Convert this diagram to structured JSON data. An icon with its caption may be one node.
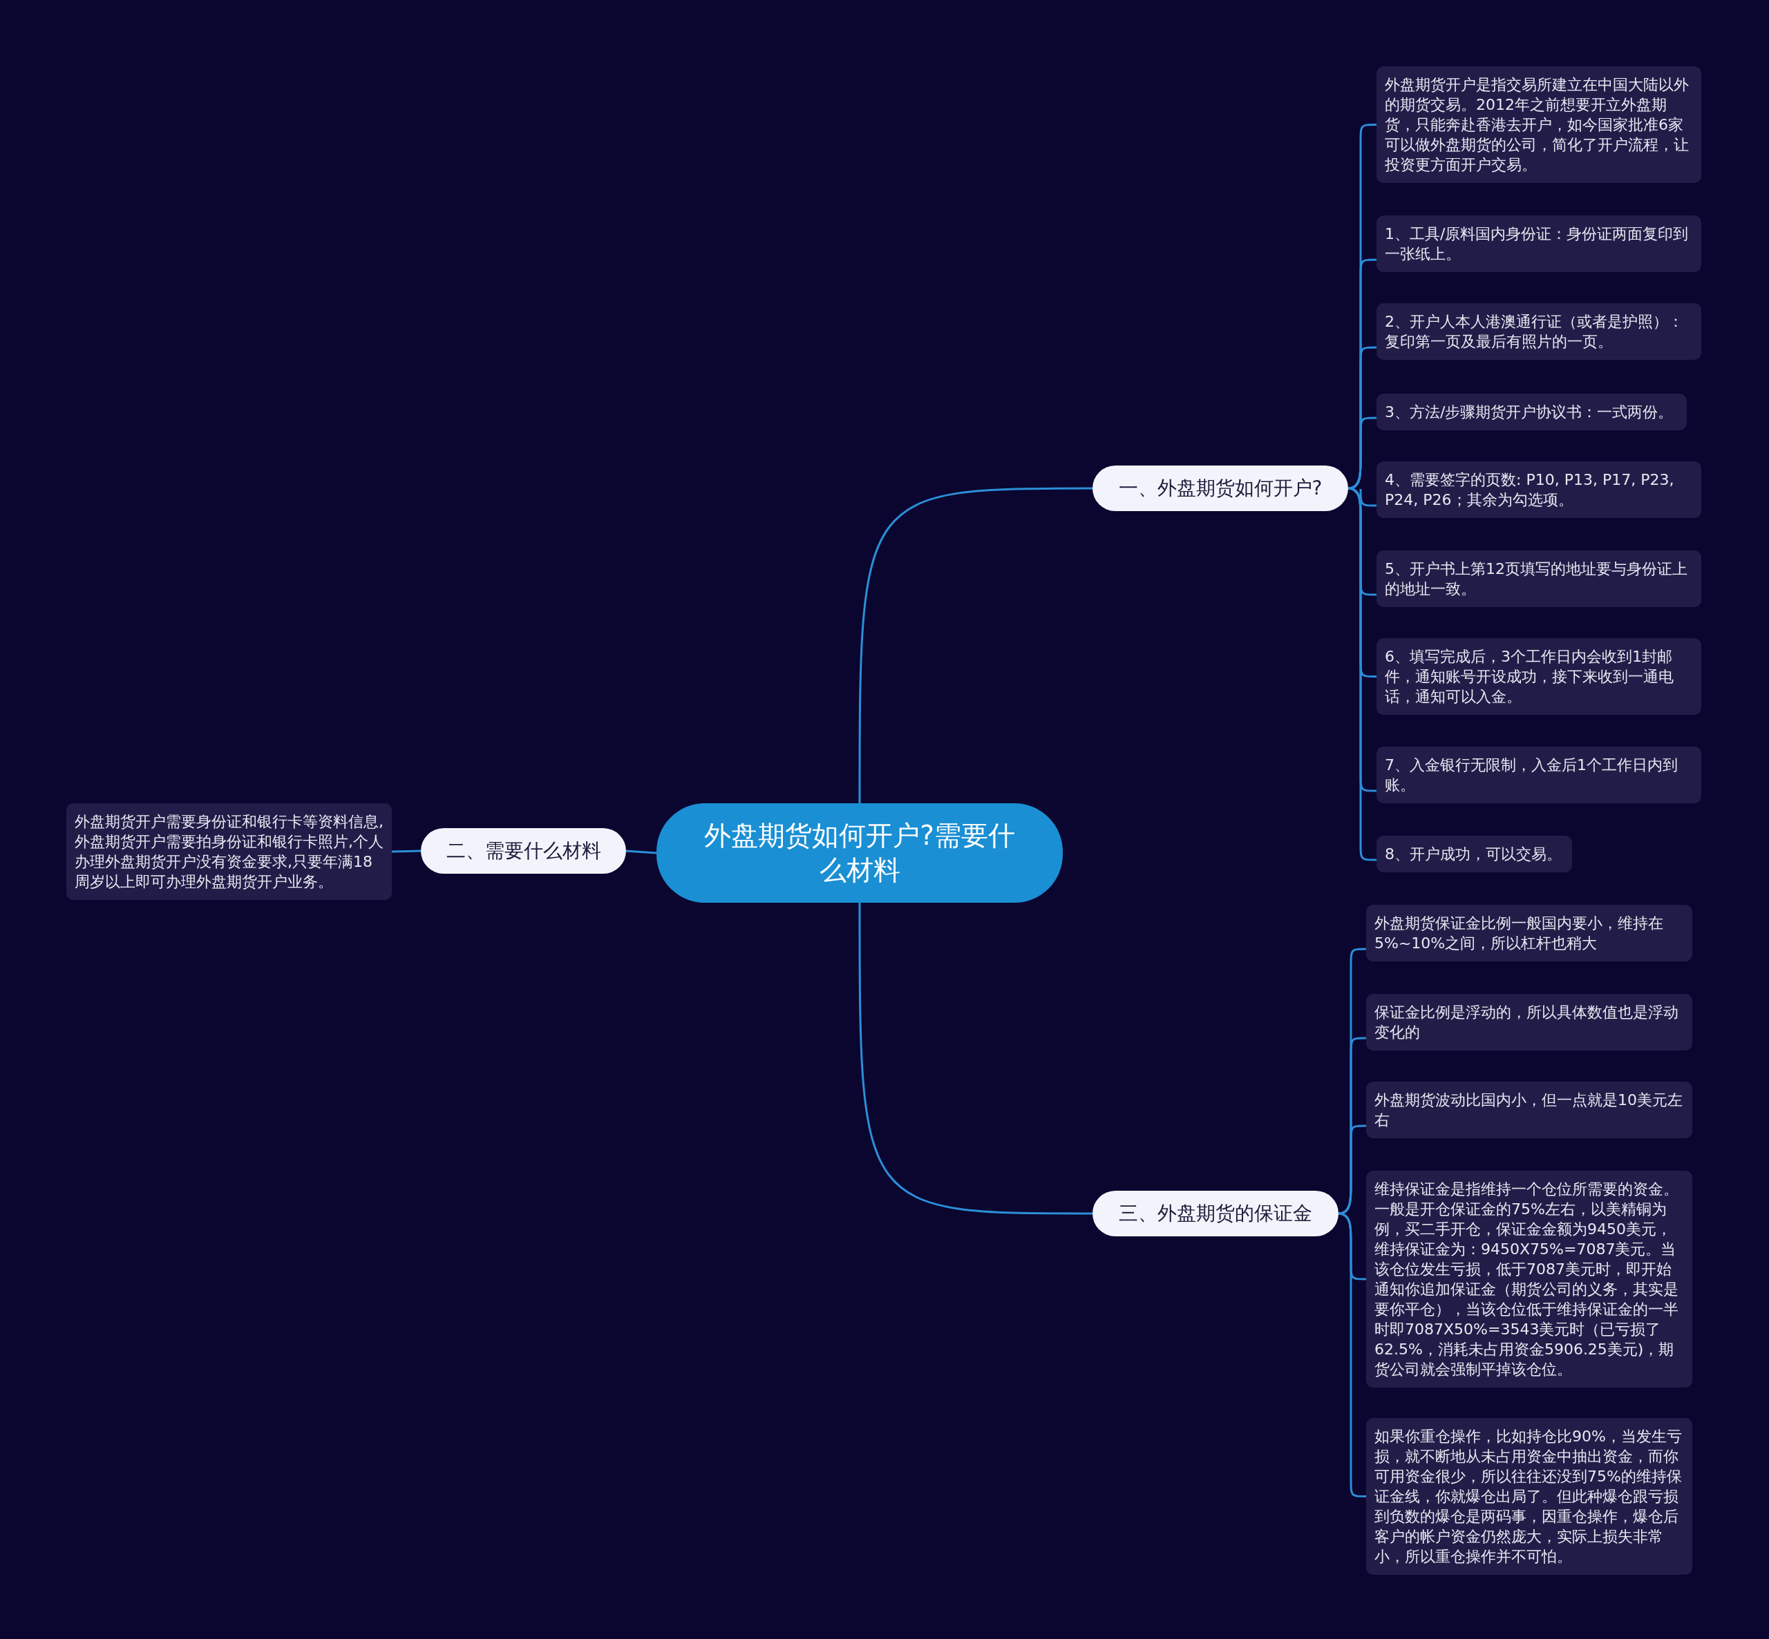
{
  "diagram": {
    "nodes": [
      {
        "text": [
          "外盘期货如何开户?需要什么材料"
        ]
      },
      {
        "text": [
          "一、外盘期货如何开户?"
        ]
      },
      {
        "text": [
          "外盘期货开户是指交易所建立在中国大陆以外的期货交易。2012年之前想要开立外盘期货，只能奔赴香港去开户，如今国家批准6家可以做外盘期货的公司，简化了开户流程，让投资更方面开户交易。"
        ]
      },
      {
        "text": [
          "1、工具/原料国内身份证：身份证两面复印到一张纸上。"
        ]
      },
      {
        "text": [
          "2、开户人本人港澳通行证（或者是护照）：复印第一页及最后有照片的一页。"
        ]
      },
      {
        "text": [
          "3、方法/步骤期货开户协议书：一式两份。"
        ]
      },
      {
        "text": [
          "4、需要签字的页数: P10, P13, P17, P23, P24, P26；其余为勾选项。"
        ]
      },
      {
        "text": [
          "5、开户书上第12页填写的地址要与身份证上的地址一致。"
        ]
      },
      {
        "text": [
          "6、填写完成后，3个工作日内会收到1封邮件，通知账号开设成功，接下来收到一通电话，通知可以入金。"
        ]
      },
      {
        "text": [
          "7、入金银行无限制，入金后1个工作日内到账。"
        ]
      },
      {
        "text": [
          "8、开户成功，可以交易。"
        ]
      },
      {
        "text": [
          "二、需要什么材料"
        ]
      },
      {
        "text": [
          "外盘期货开户需要身份证和银行卡等资料信息,外盘期货开户需要拍身份证和银行卡照片,个人办理外盘期货开户没有资金要求,只要年满18周岁以上即可办理外盘期货开户业务。"
        ]
      },
      {
        "text": [
          "三、外盘期货的保证金"
        ]
      },
      {
        "text": [
          "外盘期货保证金比例一般国内要小，维持在5%~10%之间，所以杠杆也稍大"
        ]
      },
      {
        "text": [
          "保证金比例是浮动的，所以具体数值也是浮动变化的"
        ]
      },
      {
        "text": [
          "外盘期货波动比国内小，但一点就是10美元左右"
        ]
      },
      {
        "text": [
          "维持保证金是指维持一个仓位所需要的资金。一般是开仓保证金的75%左右，以美精铜为例，买二手开仓，保证金金额为9450美元，维持保证金为：9450X75%=7087美元。当该仓位发生亏损，低于7087美元时，即开始通知你追加保证金（期货公司的义务，其实是要你平仓），当该仓位低于维持保证金的一半时即7087X50%=3543美元时（已亏损了62.5%，消耗未占用资金5906.25美元)，期货公司就会强制平掉该仓位。"
        ]
      },
      {
        "text": [
          "如果你重仓操作，比如持仓比90%，当发生亏损，就不断地从未占用资金中抽出资金，而你可用资金很少，所以往往还没到75%的维持保证金线，你就爆仓出局了。但此种爆仓跟亏损到负数的爆仓是两码事，因重仓操作，爆仓后客户的帐户资金仍然庞大，实际上损失非常小，所以重仓操作并不可怕。"
        ]
      }
    ],
    "edges": [
      {
        "from": 0,
        "to": 1,
        "arrow": "none"
      },
      {
        "from": 1,
        "to": 2,
        "arrow": "none"
      },
      {
        "from": 1,
        "to": 3,
        "arrow": "none"
      },
      {
        "from": 1,
        "to": 4,
        "arrow": "none"
      },
      {
        "from": 1,
        "to": 5,
        "arrow": "none"
      },
      {
        "from": 1,
        "to": 6,
        "arrow": "none"
      },
      {
        "from": 1,
        "to": 7,
        "arrow": "none"
      },
      {
        "from": 1,
        "to": 8,
        "arrow": "none"
      },
      {
        "from": 1,
        "to": 9,
        "arrow": "none"
      },
      {
        "from": 1,
        "to": 10,
        "arrow": "none"
      },
      {
        "from": 0,
        "to": 11,
        "arrow": "none"
      },
      {
        "from": 11,
        "to": 12,
        "arrow": "none"
      },
      {
        "from": 0,
        "to": 13,
        "arrow": "none"
      },
      {
        "from": 13,
        "to": 14,
        "arrow": "none"
      },
      {
        "from": 13,
        "to": 15,
        "arrow": "none"
      },
      {
        "from": 13,
        "to": 16,
        "arrow": "none"
      },
      {
        "from": 13,
        "to": 17,
        "arrow": "none"
      },
      {
        "from": 13,
        "to": 18,
        "arrow": "none"
      }
    ]
  }
}
